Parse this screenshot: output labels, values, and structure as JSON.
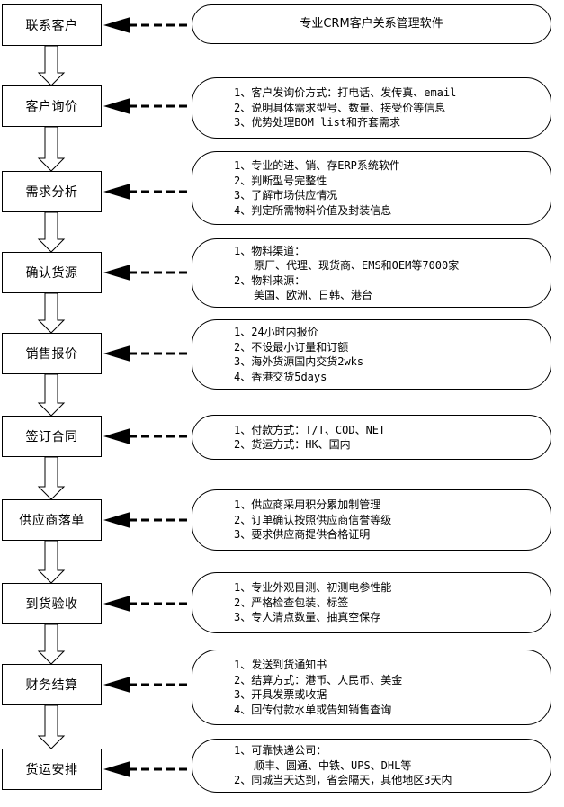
{
  "steps": [
    {
      "label": "联系客户",
      "note": [
        "专业CRM客户关系管理软件"
      ]
    },
    {
      "label": "客户询价",
      "note": [
        "1、客户发询价方式：打电话、发传真、email",
        "2、说明具体需求型号、数量、接受价等信息",
        "3、优势处理BOM list和齐套需求"
      ]
    },
    {
      "label": "需求分析",
      "note": [
        "1、专业的进、销、存ERP系统软件",
        "2、判断型号完整性",
        "3、了解市场供应情况",
        "4、判定所需物料价值及封装信息"
      ]
    },
    {
      "label": "确认货源",
      "note": [
        "1、物料渠道：",
        "原厂、代理、现货商、EMS和OEM等7000家",
        "2、物料来源：",
        "美国、欧洲、日韩、港台"
      ]
    },
    {
      "label": "销售报价",
      "note": [
        "1、24小时内报价",
        "2、不设最小订量和订额",
        "3、海外货源国内交货2wks",
        "4、香港交货5days"
      ]
    },
    {
      "label": "签订合同",
      "note": [
        "1、付款方式：T/T、COD、NET",
        "2、货运方式：HK、国内"
      ]
    },
    {
      "label": "供应商落单",
      "note": [
        "1、供应商采用积分累加制管理",
        "2、订单确认按照供应商信誉等级",
        "3、要求供应商提供合格证明"
      ]
    },
    {
      "label": "到货验收",
      "note": [
        "1、专业外观目测、初测电参性能",
        "2、严格检查包装、标签",
        "3、专人清点数量、抽真空保存"
      ]
    },
    {
      "label": "财务结算",
      "note": [
        "1、发送到货通知书",
        "2、结算方式：港币、人民币、美金",
        "3、开具发票或收据",
        "4、回传付款水单或告知销售查询"
      ]
    },
    {
      "label": "货运安排",
      "note": [
        "1、可靠快递公司：",
        "顺丰、圆通、中铁、UPS、DHL等",
        "2、同城当天达到，省会隔天，其他地区3天内"
      ]
    }
  ],
  "indented_lines": [
    "原厂、代理、现货商、EMS和OEM等7000家",
    "美国、欧洲、日韩、港台",
    "顺丰、圆通、中铁、UPS、DHL等"
  ]
}
